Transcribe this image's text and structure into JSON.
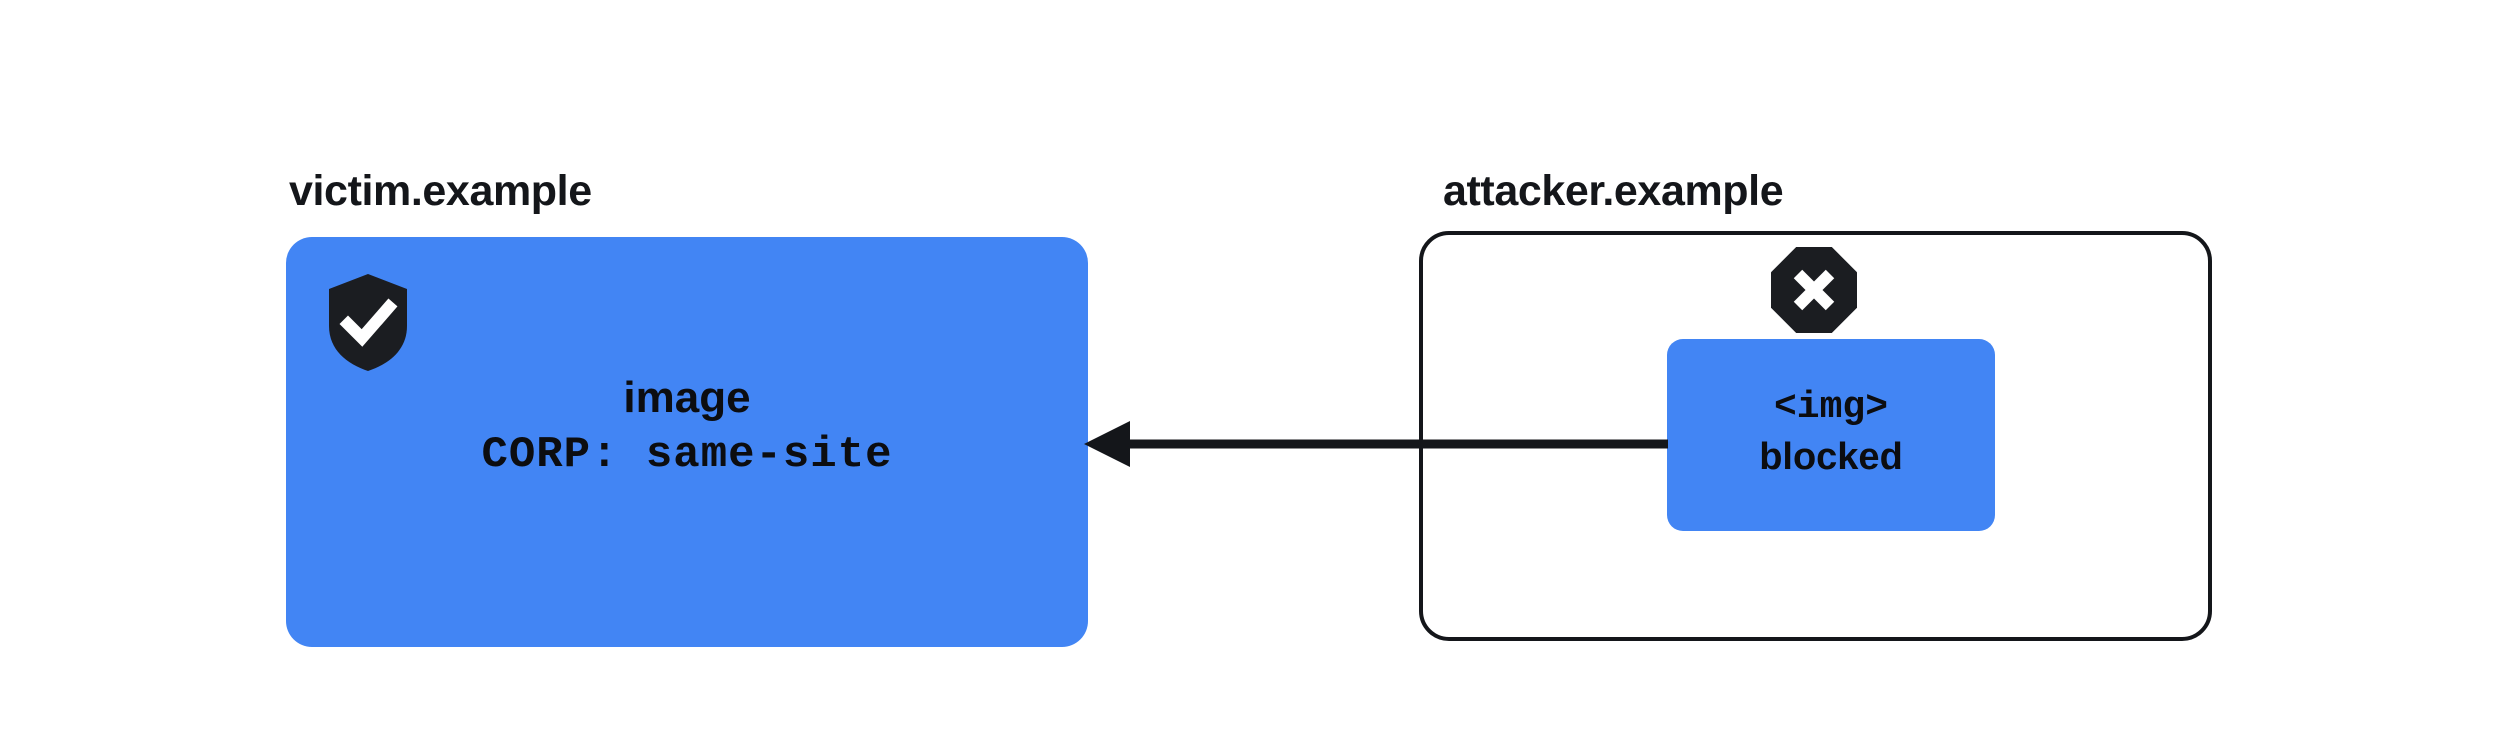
{
  "diagram": {
    "title_victim": "victim.example",
    "title_attacker": "attacker.example",
    "background_color": "#ffffff",
    "accent_color": "#4285f4",
    "ink_color": "#14161a"
  },
  "victim": {
    "label": "victim.example",
    "icon": "shield-check-icon",
    "resource": {
      "name": "image",
      "header": "CORP: same-site"
    }
  },
  "attacker": {
    "label": "attacker.example",
    "icon": "octagon-x-icon",
    "request": {
      "tag": "<img>",
      "status": "blocked"
    }
  },
  "arrow": {
    "name": "blocked-request-arrow",
    "direction": "right-to-left",
    "from": "attacker.example <img>",
    "to": "victim.example image"
  }
}
